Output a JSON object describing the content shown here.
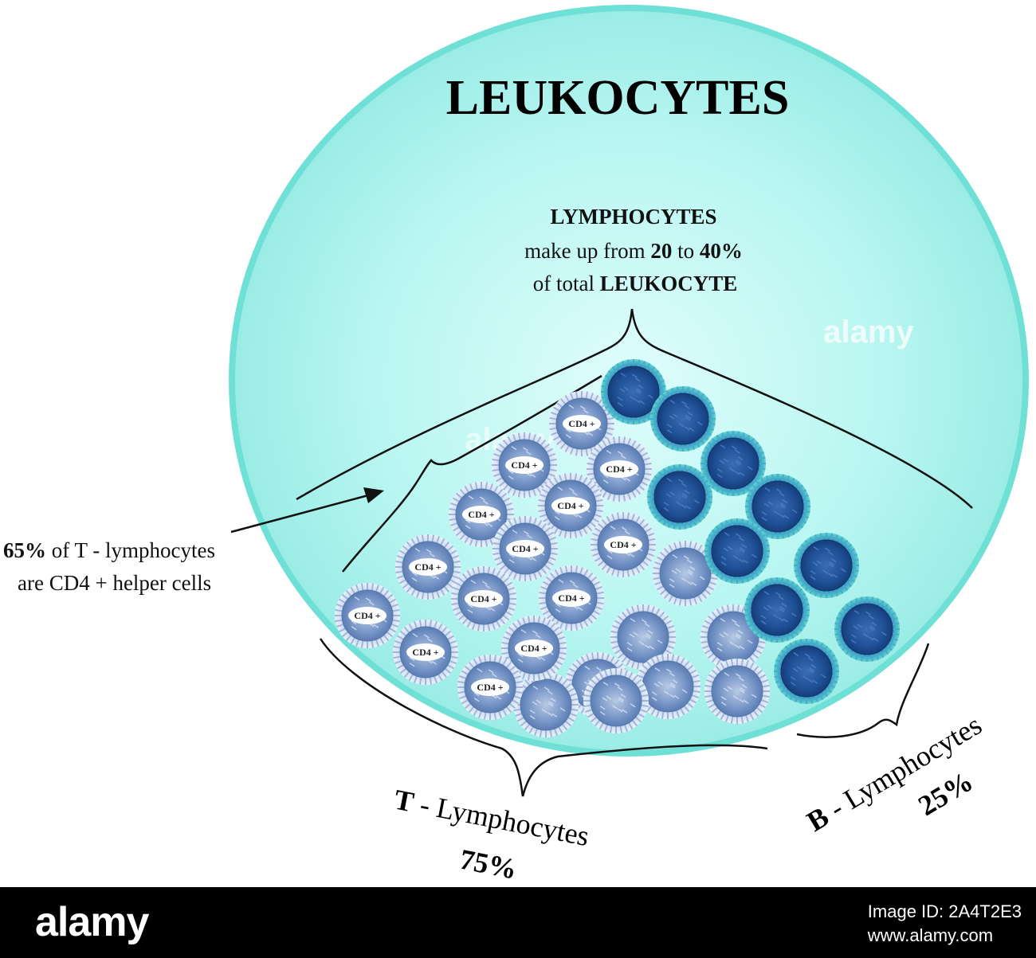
{
  "title": "LEUKOCYTES",
  "lymphocytes": {
    "heading": "LYMPHOCYTES",
    "line2_pre": "make up from ",
    "line2_a": "20",
    "line2_mid": " to ",
    "line2_b": "40%",
    "line3_pre": "of total ",
    "line3_b": "LEUKOCYTE"
  },
  "cd4_note": {
    "pct": "65%",
    "line1_rest": " of T - lymphocytes",
    "line2": "are CD4 + helper cells"
  },
  "t_cells": {
    "letter": "T",
    "rest": " - Lymphocytes",
    "pct": "75%"
  },
  "b_cells": {
    "letter": "B",
    "rest": " - Lymphocytes",
    "pct": "25%"
  },
  "cell_label": "CD4 +",
  "watermark": "alamy",
  "footer": {
    "logo": "alamy",
    "image_id": "Image ID: 2A4T2E3",
    "site": "www.alamy.com"
  },
  "colors": {
    "circle_fill": "#a8f2ec",
    "circle_border": "#6fe0d6",
    "t_cell": "#6e8fc0",
    "b_cell": "#1d4f96",
    "b_rim": "#38c8bf"
  }
}
